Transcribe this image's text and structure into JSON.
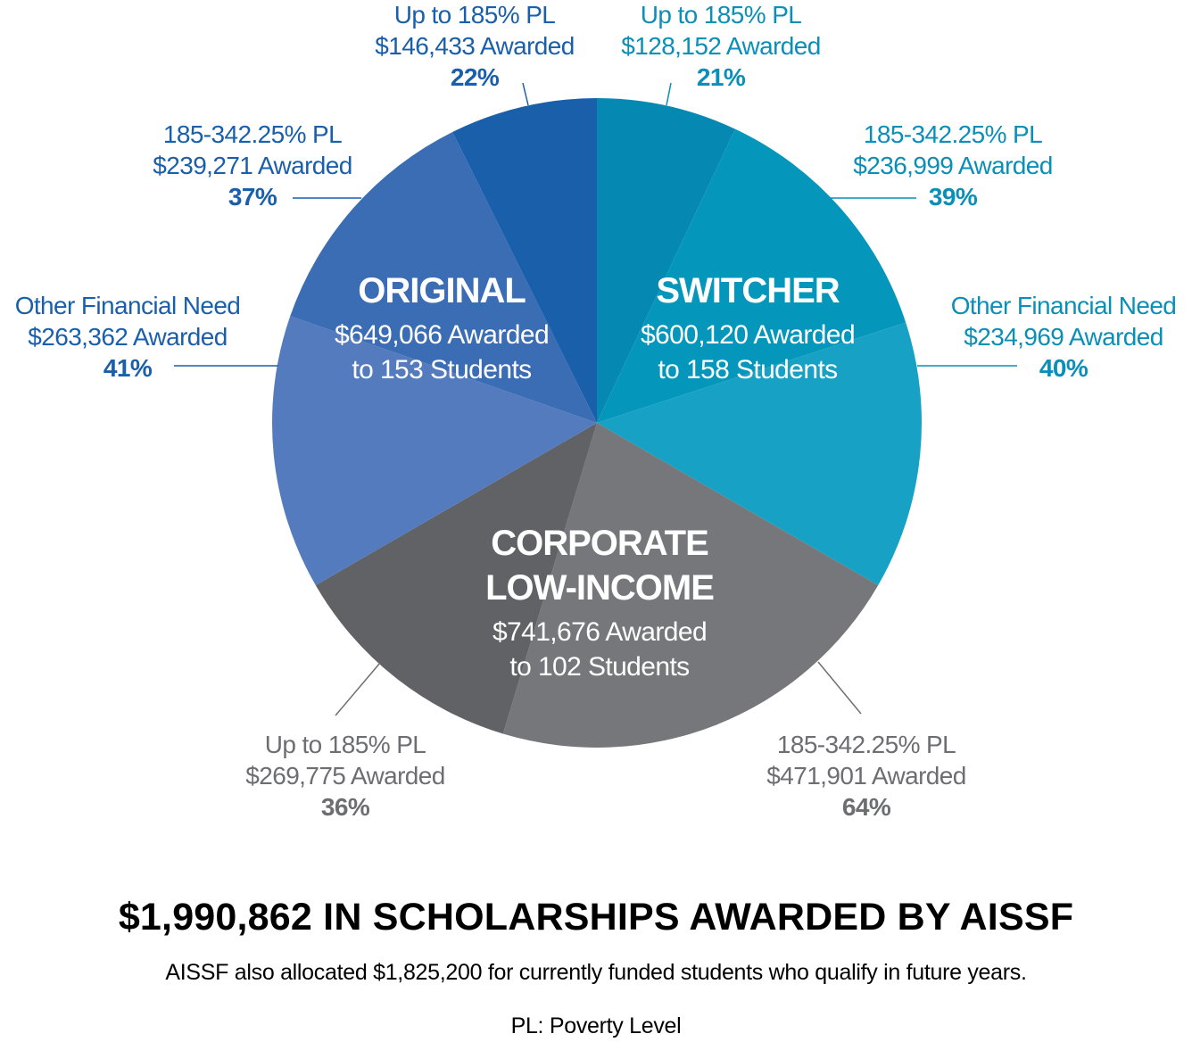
{
  "chart_data": {
    "type": "pie",
    "title": "$1,990,862 IN SCHOLARSHIPS AWARDED BY AISSF",
    "subtitle": "AISSF also allocated $1,825,200 for currently funded students who qualify in future years.",
    "footnote": "PL: Poverty Level",
    "groups": [
      {
        "name": "SWITCHER",
        "name_lines": [
          "SWITCHER"
        ],
        "awarded": "$600,120 Awarded",
        "students": "to 158 Students",
        "label_color": "#0a8fb8",
        "slices": [
          {
            "label": "Up to 185% PL",
            "amount": 128152,
            "amount_text": "$128,152 Awarded",
            "percent": 21,
            "percent_text": "21%",
            "color": "#0589b3"
          },
          {
            "label": "185-342.25% PL",
            "amount": 236999,
            "amount_text": "$236,999 Awarded",
            "percent": 39,
            "percent_text": "39%",
            "color": "#0497bb"
          },
          {
            "label": "Other Financial Need",
            "amount": 234969,
            "amount_text": "$234,969 Awarded",
            "percent": 40,
            "percent_text": "40%",
            "color": "#17a1c5"
          }
        ]
      },
      {
        "name": "CORPORATE LOW-INCOME",
        "name_lines": [
          "CORPORATE",
          "LOW-INCOME"
        ],
        "awarded": "$741,676 Awarded",
        "students": "to 102 Students",
        "label_color": "#6d6e71",
        "slices": [
          {
            "label": "185-342.25% PL",
            "amount": 471901,
            "amount_text": "$471,901 Awarded",
            "percent": 64,
            "percent_text": "64%",
            "color": "#76777b"
          },
          {
            "label": "Up to 185% PL",
            "amount": 269775,
            "amount_text": "$269,775 Awarded",
            "percent": 36,
            "percent_text": "36%",
            "color": "#616265"
          }
        ]
      },
      {
        "name": "ORIGINAL",
        "name_lines": [
          "ORIGINAL"
        ],
        "awarded": "$649,066 Awarded",
        "students": "to 153 Students",
        "label_color": "#1a5fab",
        "slices": [
          {
            "label": "Other Financial Need",
            "amount": 263362,
            "amount_text": "$263,362 Awarded",
            "percent": 41,
            "percent_text": "41%",
            "color": "#547bbd"
          },
          {
            "label": "185-342.25% PL",
            "amount": 239271,
            "amount_text": "$239,271 Awarded",
            "percent": 37,
            "percent_text": "37%",
            "color": "#3b6db5"
          },
          {
            "label": "Up to 185% PL",
            "amount": 146433,
            "amount_text": "$146,433 Awarded",
            "percent": 22,
            "percent_text": "22%",
            "color": "#1a5faa"
          }
        ]
      }
    ]
  }
}
